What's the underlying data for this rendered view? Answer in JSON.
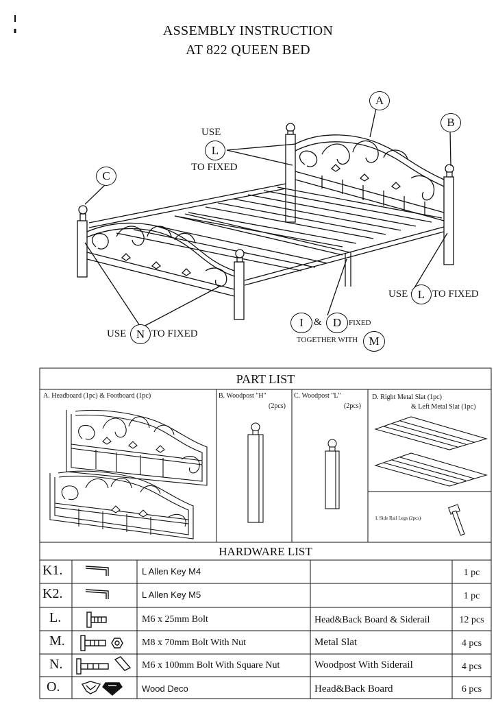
{
  "title": {
    "line1": "ASSEMBLY INSTRUCTION",
    "line2": "AT 822 QUEEN BED"
  },
  "diagram": {
    "labels": {
      "a": "A",
      "b": "B",
      "c": "C"
    },
    "use_l_fixed_top": {
      "use": "USE",
      "letter": "L",
      "to_fixed": "TO FIXED"
    },
    "use_l_fixed_right": {
      "use": "USE",
      "letter": "L",
      "to_fixed": "TO FIXED"
    },
    "use_n_fixed": {
      "use": "USE",
      "letter": "N",
      "to_fixed": "TO FIXED"
    },
    "i_d_fixed": {
      "i": "I",
      "amp": "&",
      "d": "D",
      "fixed": "FIXED",
      "together": "TOGETHER WITH",
      "m": "M"
    }
  },
  "part_list": {
    "heading": "PART LIST",
    "a_label": "A. Headboard (1pc) & Footboard (1pc)",
    "b_label": "B. Woodpost \"H\"",
    "b_qty": "(2pcs)",
    "c_label": "C. Woodpost \"L\"",
    "c_qty": "(2pcs)",
    "d_label1": "D. Right Metal Slat (1pc)",
    "d_label2": "& Left Metal Slat (1pc)",
    "i_label": "I. Side Rail Legs (2pcs)"
  },
  "hardware_list": {
    "heading": "HARDWARE LIST",
    "rows": [
      {
        "code": "K1.",
        "desc": "L Allen Key M4",
        "use": "",
        "qty": "1 pc",
        "icon": "allen-key-icon"
      },
      {
        "code": "K2.",
        "desc": "L Allen Key M5",
        "use": "",
        "qty": "1 pc",
        "icon": "allen-key-icon"
      },
      {
        "code": "L.",
        "desc": "M6 x 25mm Bolt",
        "use": "Head&Back Board & Siderail",
        "qty": "12 pcs",
        "icon": "short-bolt-icon"
      },
      {
        "code": "M.",
        "desc": "M8 x 70mm Bolt With Nut",
        "use": "Metal Slat",
        "qty": "4 pcs",
        "icon": "bolt-with-nut-icon"
      },
      {
        "code": "N.",
        "desc": "M6 x 100mm Bolt With Square Nut",
        "use": "Woodpost With Siderail",
        "qty": "4 pcs",
        "icon": "bolt-with-square-nut-icon"
      },
      {
        "code": "O.",
        "desc": "Wood Deco",
        "use": "Head&Back Board",
        "qty": "6 pcs",
        "icon": "wood-deco-icon"
      }
    ]
  }
}
